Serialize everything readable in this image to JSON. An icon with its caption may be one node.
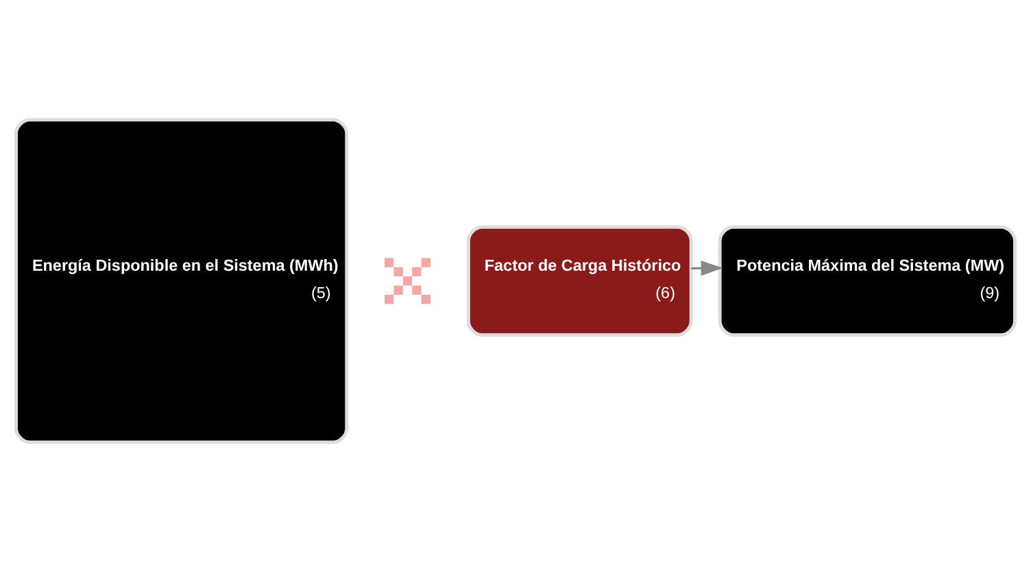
{
  "diagram": {
    "nodes": [
      {
        "text": [
          "Energía Disponible en el Sistema (MWh)",
          "(5)"
        ]
      },
      {
        "text": [],
        "shape": "cross"
      },
      {
        "text": [
          "Factor de Carga Histórico",
          "(6)"
        ]
      },
      {
        "text": [
          "Potencia Máxima del Sistema (MW)",
          "(9)"
        ]
      }
    ],
    "edges": [
      {
        "from": 2,
        "to": 3,
        "arrow": "to"
      }
    ]
  }
}
